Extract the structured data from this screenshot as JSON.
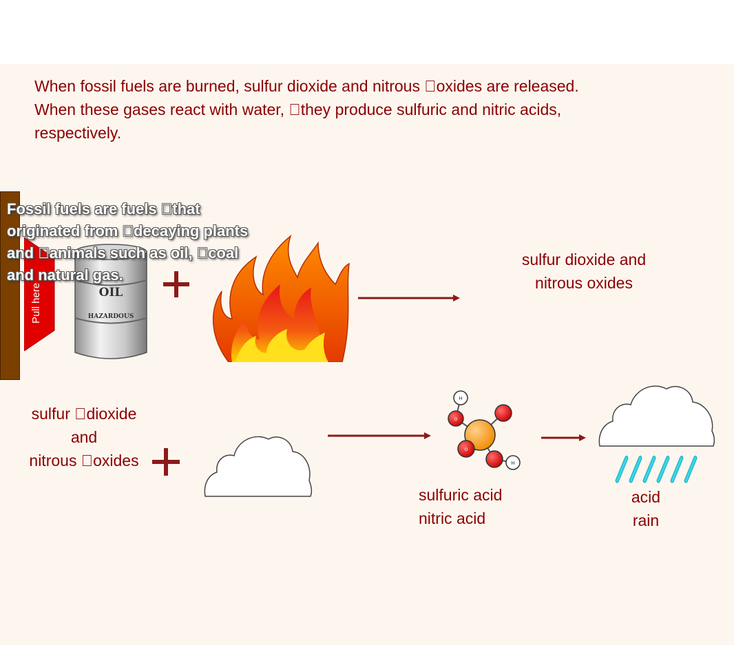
{
  "intro": {
    "line1": "When fossil fuels are burned, sulfur dioxide and nitrous oxides are released.",
    "line2": "When these gases react with water, they produce sulfuric and nitric acids,",
    "line3": "respectively."
  },
  "pull_tab": {
    "label": "Pull here"
  },
  "tooltip": {
    "line1": "Fossil fuels are fuels that",
    "line2": "originated from decaying plants",
    "line3": "and animals such as oil, coal",
    "line4": "and natural gas."
  },
  "barrel": {
    "label1": "OIL",
    "label2": "HAZARDOUS"
  },
  "products": {
    "line1": "sulfur dioxide and",
    "line2": "nitrous oxides"
  },
  "reactants": {
    "line1": "sulfur dioxide",
    "line2": "and",
    "line3": "nitrous oxides"
  },
  "molecule": {
    "atom_h": "H",
    "atom_o": "O"
  },
  "acids": {
    "line1": "sulfuric acid",
    "line2": "nitric acid"
  },
  "rain": {
    "line1": "acid",
    "line2": "rain"
  },
  "colors": {
    "text": "#8b0000",
    "arrow": "#8b1a1a",
    "tab_panel": "#7b3f00",
    "pull_tab": "#e00000",
    "background": "#fdf6ef"
  }
}
